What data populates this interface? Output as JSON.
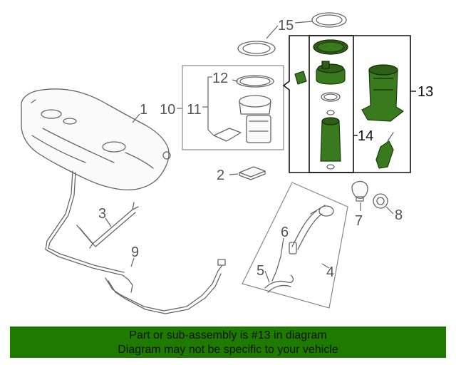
{
  "callouts": {
    "c1": "1",
    "c2": "2",
    "c3": "3",
    "c4": "4",
    "c5": "5",
    "c6": "6",
    "c7": "7",
    "c8": "8",
    "c9": "9",
    "c10": "10",
    "c11": "11",
    "c12": "12",
    "c13": "13",
    "c14": "14",
    "c15": "15"
  },
  "banner": {
    "line1": "Part or sub-assembly is #13 in diagram",
    "line2": "Diagram may not be specific to your vehicle"
  },
  "colors": {
    "highlight": "#3a7a1e",
    "banner": "#1f7a00"
  }
}
